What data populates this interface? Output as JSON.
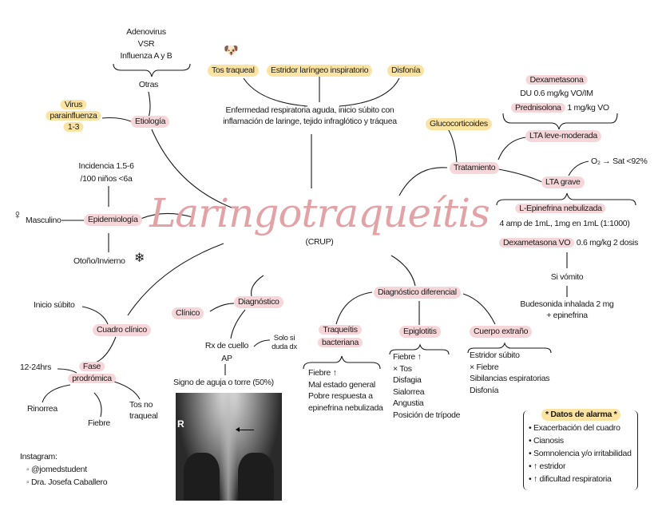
{
  "title": "Laringotraqueítis",
  "subtitle": "(CRUP)",
  "etiologia": {
    "label": "Etiología",
    "main": "Virus parainfluenza 1-3",
    "main_lines": [
      "Virus",
      "parainfluenza",
      "1-3"
    ],
    "otras_label": "Otras",
    "otras": [
      "Adenovirus",
      "VSR",
      "Influenza A y B"
    ]
  },
  "sintomas": [
    "Tos traqueal",
    "Estridor laríngeo inspiratorio",
    "Disfonía"
  ],
  "definicion": [
    "Enfermedad respiratoria aguda, inicio súbito con",
    "inflamación de laringe, tejido infraglótico y tráquea"
  ],
  "epidemiologia": {
    "label": "Epidemiología",
    "incidencia": [
      "Incidencia 1.5-6",
      "/100 niños <6a"
    ],
    "sexo": "Masculino",
    "estacion": "Otoño/Invierno"
  },
  "tratamiento": {
    "label": "Tratamiento",
    "glucocorticoides": "Glucocorticoides",
    "leve": {
      "label": "LTA leve-moderada",
      "dexa": "Dexametasona",
      "dexa_dose": "DU 0.6 mg/kg VO/IM",
      "pred": "Prednisolona",
      "pred_dose": "1 mg/kg VO"
    },
    "grave": {
      "label": "LTA grave",
      "oxigeno": "O₂ → Sat <92%",
      "epi": "L-Epinefrina nebulizada",
      "epi_dose": "4 amp de 1mL, 1mg en 1mL (1:1000)",
      "dexa": "Dexametasona VO",
      "dexa_dose": "0.6 mg/kg 2 dosis",
      "vomito": "Si vómito",
      "budesonida": [
        "Budesonida inhalada 2 mg",
        "+ epinefrina"
      ]
    }
  },
  "diagnostico": {
    "label": "Diagnóstico",
    "clinico": "Clínico",
    "rx": [
      "Rx de cuello",
      "AP"
    ],
    "rx_note": [
      "Solo si",
      "duda dx"
    ],
    "signo": "Signo de aguja o torre (50%)",
    "xray_marker": "R"
  },
  "cuadro_clinico": {
    "label": "Cuadro clínico",
    "inicio": "Inicio súbito",
    "fase": [
      "Fase",
      "prodrómica"
    ],
    "duracion": "12-24hrs",
    "sintomas": [
      "Rinorrea",
      "Fiebre",
      "Tos no traqueal"
    ]
  },
  "diferencial": {
    "label": "Diagnóstico diferencial",
    "items": [
      {
        "label": [
          "Traqueítis",
          "bacteriana"
        ],
        "features": [
          "Fiebre ↑",
          "Mal estado general",
          "Pobre respuesta a",
          "epinefrina nebulizada"
        ]
      },
      {
        "label": [
          "Epiglotitis"
        ],
        "features": [
          "Fiebre ↑",
          "× Tos",
          "Disfagia",
          "Sialorrea",
          "Angustia",
          "Posición de trípode"
        ]
      },
      {
        "label": [
          "Cuerpo extraño"
        ],
        "features": [
          "Estridor súbito",
          "× Fiebre",
          "Sibilancias espiratorias",
          "Disfonía"
        ]
      }
    ]
  },
  "alarma": {
    "title": "* Datos de alarma *",
    "items": [
      "• Exacerbación del cuadro",
      "• Cianosis",
      "• Somnolencia y/o irritabilidad",
      "• ↑ estridor",
      "• ↑ dificultad respiratoria"
    ]
  },
  "credits": {
    "label": "Instagram:",
    "items": [
      "◦ @jomedstudent",
      "◦ Dra. Josefa Caballero"
    ]
  },
  "colors": {
    "title": "#e3a3a6",
    "pink_highlight": "#f6d6d9",
    "yellow_highlight": "#fbe3a2"
  }
}
